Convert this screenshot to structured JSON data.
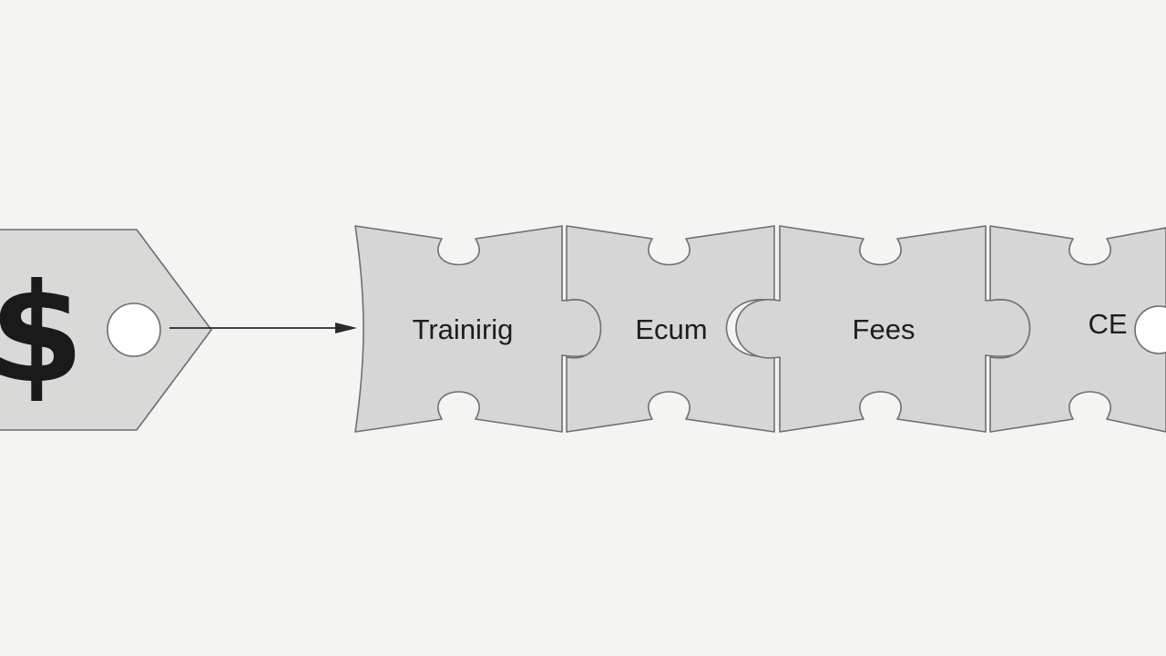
{
  "diagram": {
    "tag": {
      "symbol": "$"
    },
    "pieces": [
      {
        "label": "Trainirig"
      },
      {
        "label": "Ecum"
      },
      {
        "label": "Fees"
      },
      {
        "label": "CE"
      }
    ]
  }
}
